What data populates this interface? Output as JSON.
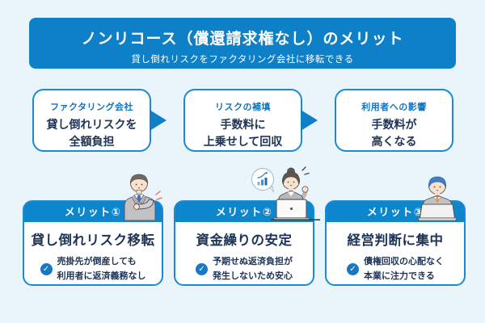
{
  "header": {
    "title": "ノンリコース（償還請求権なし）のメリット",
    "subtitle": "貸し倒れリスクをファクタリング会社に移転できる"
  },
  "flow_boxes": [
    {
      "label": "ファクタリング会社",
      "line1": "貸し倒れリスクを",
      "line2": "全額負担"
    },
    {
      "label": "リスクの補填",
      "line1": "手数料に",
      "line2": "上乗せして回収"
    },
    {
      "label": "利用者への影響",
      "line1": "手数料が",
      "line2": "高くなる"
    }
  ],
  "merit_cards": [
    {
      "badge": "メリット①",
      "title": "貸し倒れリスク移転",
      "point_line1": "売掛先が倒産しても",
      "point_line2": "利用者に返済義務なし",
      "illustration": "businessman-hand-on-chest"
    },
    {
      "badge": "メリット②",
      "title": "資金繰りの安定",
      "point_line1": "予期せぬ返済負担が",
      "point_line2": "発生しないため安心",
      "illustration": "businesswoman-laptop-growth-chart"
    },
    {
      "badge": "メリット③",
      "title": "経営判断に集中",
      "point_line1": "債権回収の心配なく",
      "point_line2": "本業に注力できる",
      "illustration": "businessman-blue-hair-laptop"
    }
  ],
  "icons": {
    "check": "✓"
  },
  "colors": {
    "background": "#eaf4fb",
    "primary_blue": "#0e80c7",
    "band_blue": "#0e86ce",
    "border_blue": "#1a8ad4",
    "label_blue": "#1273bd",
    "navy_text": "#1d3456",
    "check_blue": "#1779c1"
  }
}
